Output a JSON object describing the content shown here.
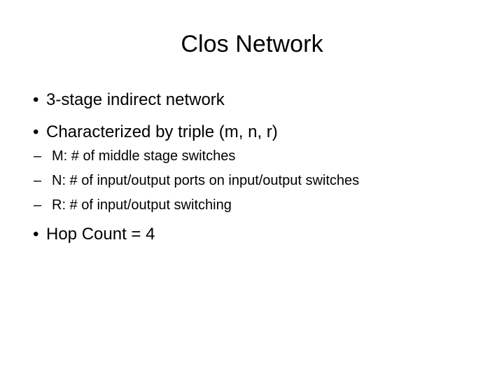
{
  "slide": {
    "title": "Clos Network",
    "background_color": "#FFFFFF",
    "text_color": "#000000",
    "bullet_glyph": "•",
    "dash_glyph": "–",
    "bullets": [
      {
        "level": 1,
        "text": "3-stage indirect network"
      },
      {
        "level": 1,
        "text": "Characterized by triple (m, n, r)"
      },
      {
        "level": 2,
        "text": "M: # of middle stage switches"
      },
      {
        "level": 2,
        "text": "N: # of input/output ports on input/output switches"
      },
      {
        "level": 2,
        "text": "R: # of input/output switching"
      },
      {
        "level": 1,
        "text": "Hop Count = 4"
      }
    ]
  }
}
